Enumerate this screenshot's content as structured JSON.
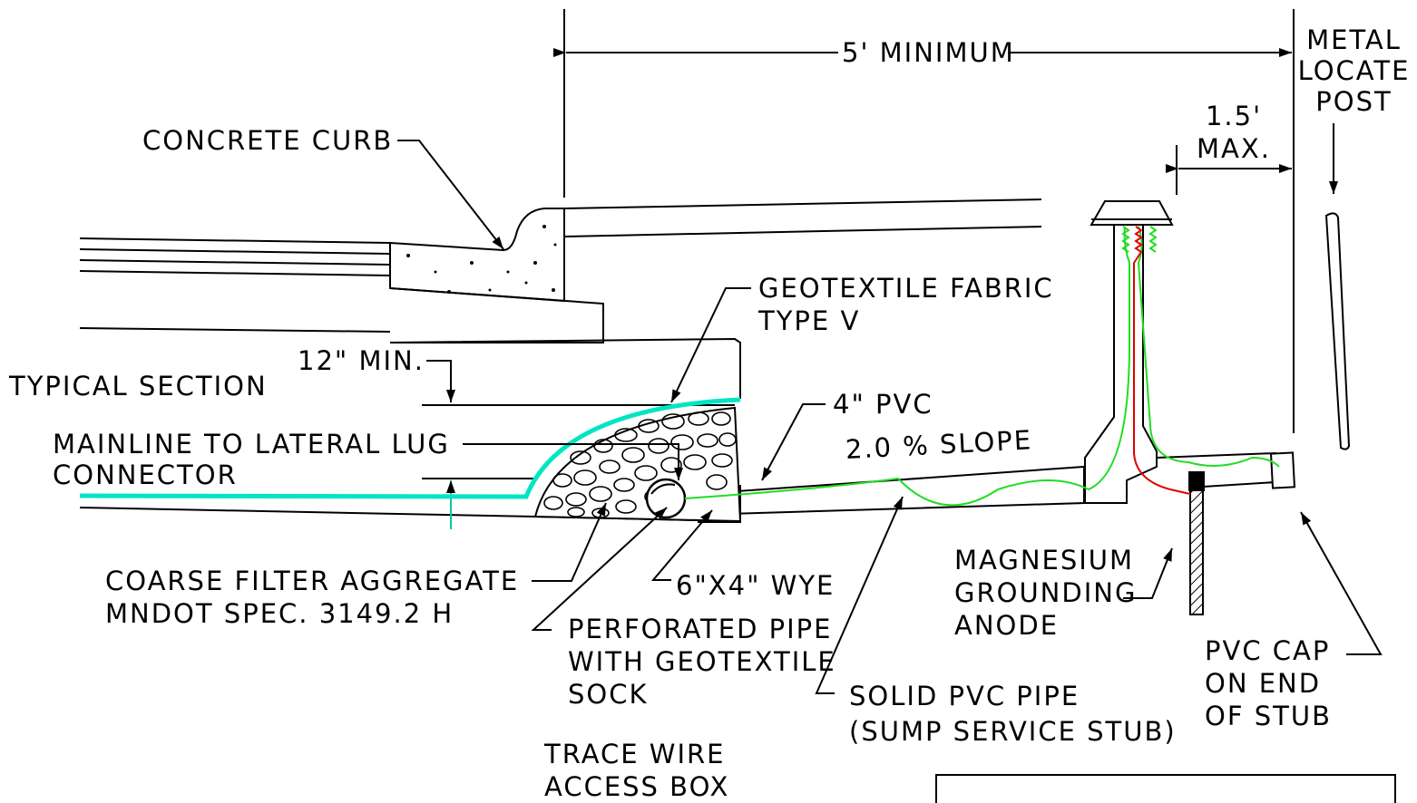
{
  "labels": {
    "five_min": "5' MINIMUM",
    "metal_post_1": "METAL",
    "metal_post_2": "LOCATE",
    "metal_post_3": "POST",
    "max_15_1": "1.5'",
    "max_15_2": "MAX.",
    "concrete_curb": "CONCRETE CURB",
    "geotextile_1": "GEOTEXTILE FABRIC",
    "geotextile_2": "TYPE V",
    "min12": "12\" MIN.",
    "typical_section": "TYPICAL SECTION",
    "lug_1": "MAINLINE TO LATERAL LUG",
    "lug_2": "CONNECTOR",
    "pvc4": "4\" PVC",
    "slope": "2.0 % SLOPE",
    "aggregate_1": "COARSE FILTER AGGREGATE",
    "aggregate_2": "MNDOT SPEC. 3149.2 H",
    "wye": "6\"X4\" WYE",
    "perforated_1": "PERFORATED PIPE",
    "perforated_2": "WITH GEOTEXTILE",
    "perforated_3": "SOCK",
    "magnesium_1": "MAGNESIUM",
    "magnesium_2": "GROUNDING",
    "magnesium_3": "ANODE",
    "cap_1": "PVC CAP",
    "cap_2": "ON END",
    "cap_3": "OF STUB",
    "solid_1": "SOLID PVC PIPE",
    "solid_2": "(SUMP SERVICE STUB)",
    "trace_1": "TRACE WIRE",
    "trace_2": "ACCESS BOX"
  },
  "colors": {
    "line": "#000000",
    "geotextile": "#00e6c3",
    "trace_wire_green": "#22dd22",
    "trace_wire_red": "#e00000"
  }
}
